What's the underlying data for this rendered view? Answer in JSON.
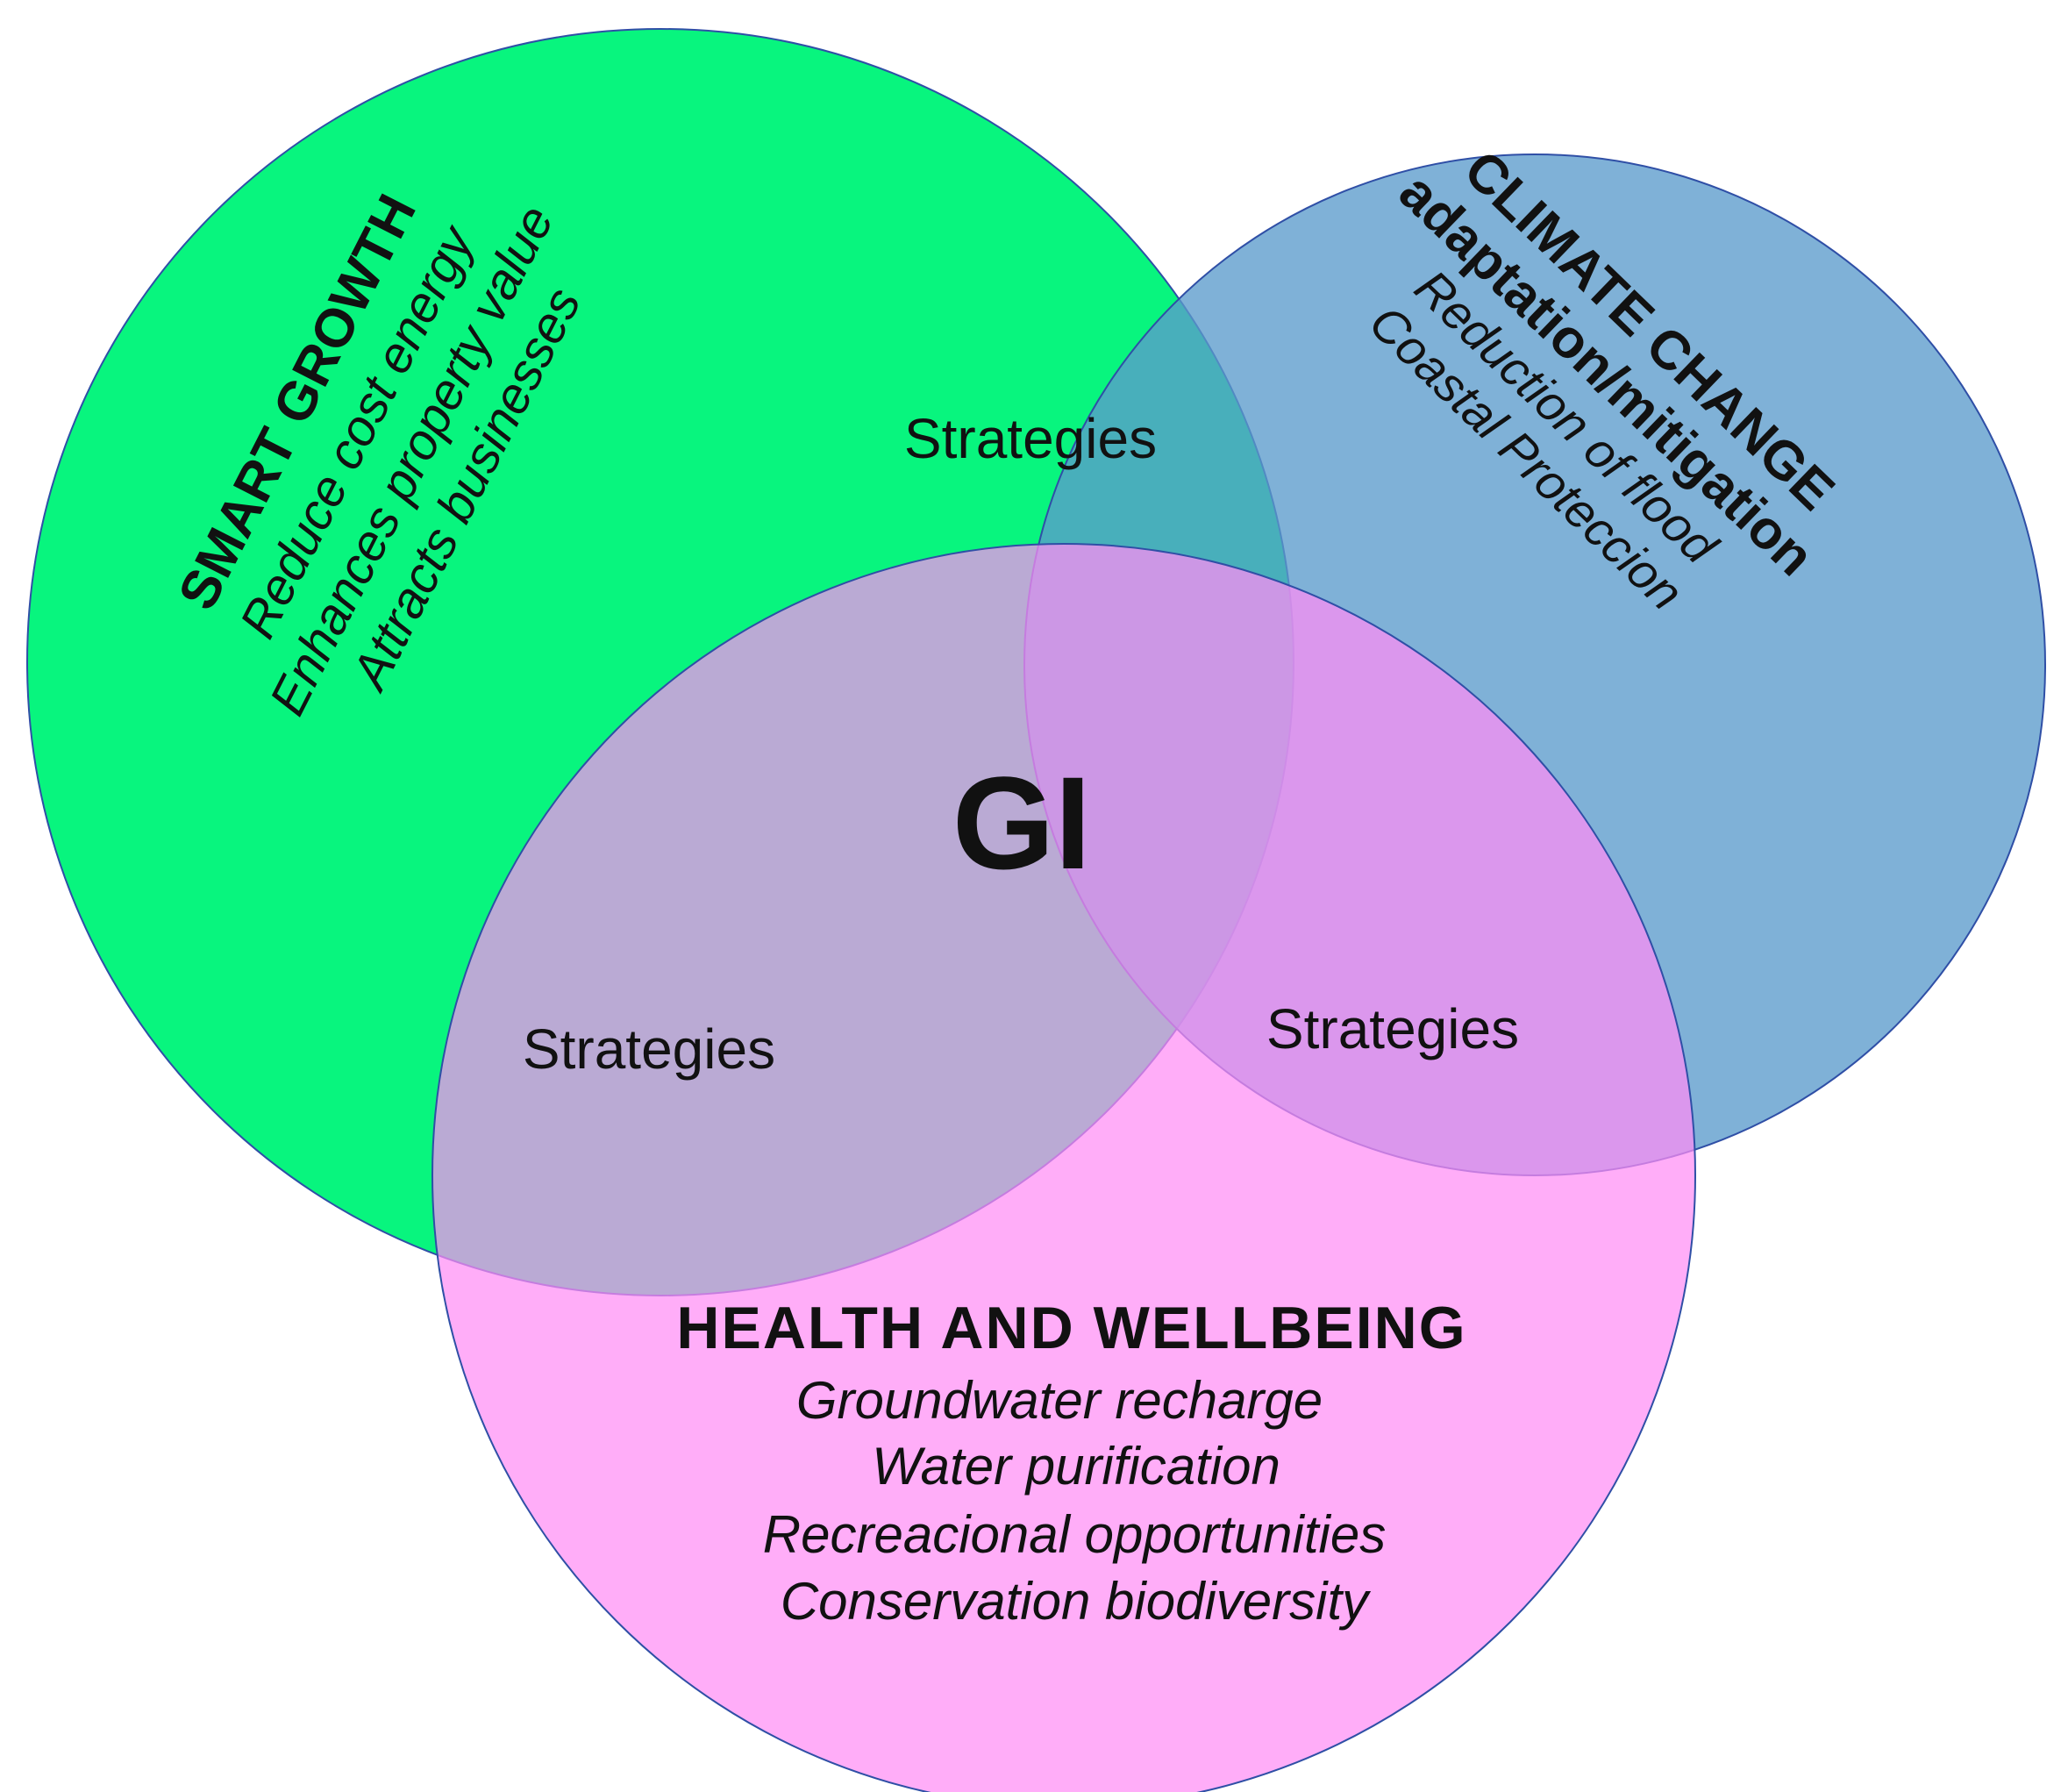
{
  "colors": {
    "smart_growth": "#00f57a",
    "climate_change": "#5b9bcc",
    "health": "#ff8ef5",
    "outline": "#2f4fa6",
    "text": "#111111"
  },
  "diagram": {
    "center_label": "GI",
    "smart_growth": {
      "title": "SMART GROWTH",
      "items": [
        "Reduce cost energy",
        "Enhances property value",
        "Attracts businesses"
      ]
    },
    "climate_change": {
      "title_line1": "CLIMATE CHANGE",
      "title_line2": "adaptation/mitigation",
      "items": [
        "Reduction of flood",
        "Coastal Proteccion"
      ]
    },
    "health": {
      "title": "HEALTH AND WELLBEING",
      "items": [
        "Groundwater recharge",
        "Water purification",
        "Recreacional opportunities",
        "Conservation biodiversity"
      ]
    },
    "overlaps": {
      "top": "Strategies",
      "left": "Strategies",
      "right": "Strategies"
    }
  }
}
